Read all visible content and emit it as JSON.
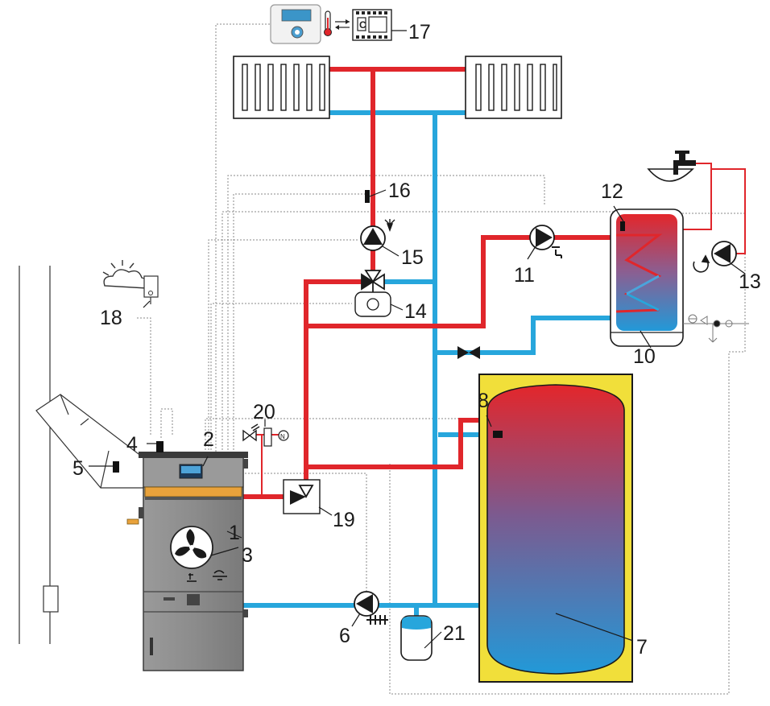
{
  "labels": {
    "l1": "1",
    "l2": "2",
    "l3": "3",
    "l4": "4",
    "l5": "5",
    "l6": "6",
    "l7": "7",
    "l8": "8",
    "l10": "10",
    "l11": "11",
    "l12": "12",
    "l13": "13",
    "l14": "14",
    "l15": "15",
    "l16": "16",
    "l17": "17",
    "l18": "18",
    "l19": "19",
    "l20": "20",
    "l21": "21"
  },
  "controller": {
    "letter": "C"
  },
  "colors": {
    "supply_pipe": "#e0262b",
    "return_pipe": "#27a6dc",
    "buffer_jacket": "#f1df3a",
    "boiler_body": "#8a8a8a",
    "signal_wire": "#8a8a8a"
  },
  "icons": [
    "room-thermostat-icon",
    "controller-icon",
    "radiator-icon",
    "pump-icon",
    "three-way-valve-icon",
    "actuator-icon",
    "buffer-tank-icon",
    "hot-water-cylinder-icon",
    "faucet-icon",
    "shutoff-valve-icon",
    "expansion-vessel-icon",
    "weather-sensor-icon",
    "chimney-icon",
    "fan-icon",
    "safety-valve-icon",
    "anti-condensation-valve-icon"
  ]
}
